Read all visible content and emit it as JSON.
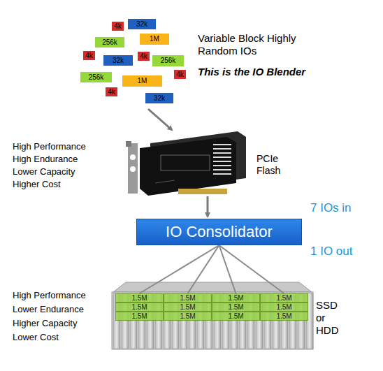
{
  "diagram": {
    "nodes": [
      {
        "text": [
          "4k"
        ]
      },
      {
        "text": [
          "32k"
        ]
      },
      {
        "text": [
          "256k"
        ]
      },
      {
        "text": [
          "1M"
        ]
      },
      {
        "text": [
          "4k"
        ]
      },
      {
        "text": [
          "32k"
        ]
      },
      {
        "text": [
          "4k"
        ]
      },
      {
        "text": [
          "256k"
        ]
      },
      {
        "text": [
          "4k"
        ]
      },
      {
        "text": [
          "256k"
        ]
      },
      {
        "text": [
          "1M"
        ]
      },
      {
        "text": [
          "4k"
        ]
      },
      {
        "text": [
          "32k"
        ]
      },
      {
        "text": [
          "IO Consolidator"
        ]
      },
      {
        "text": [
          "1.5M"
        ]
      },
      {
        "text": [
          "1.5M"
        ]
      },
      {
        "text": [
          "1.5M"
        ]
      },
      {
        "text": [
          "1.5M"
        ]
      },
      {
        "text": [
          "1.5M"
        ]
      },
      {
        "text": [
          "1.5M"
        ]
      },
      {
        "text": [
          "1.5M"
        ]
      },
      {
        "text": [
          "1.5M"
        ]
      },
      {
        "text": [
          "1.5M"
        ]
      },
      {
        "text": [
          "1.5M"
        ]
      },
      {
        "text": [
          "1.5M"
        ]
      },
      {
        "text": [
          "1.5M"
        ]
      }
    ],
    "edges": [
      {
        "from": 13,
        "to": 14,
        "arrow": "none"
      },
      {
        "from": 13,
        "to": 15,
        "arrow": "none"
      },
      {
        "from": 13,
        "to": 16,
        "arrow": "none"
      },
      {
        "from": 13,
        "to": 17,
        "arrow": "none"
      }
    ],
    "labels": [
      "Variable Block Highly Random IOs",
      "This is the IO Blender",
      "High Performance",
      "High Endurance",
      "Lower Capacity",
      "Higher Cost",
      "PCIe Flash",
      "7 IOs in",
      "1 IO out",
      "High Performance",
      "Lower Endurance",
      "Higher Capacity",
      "Lower Cost",
      "SSD or HDD"
    ]
  }
}
